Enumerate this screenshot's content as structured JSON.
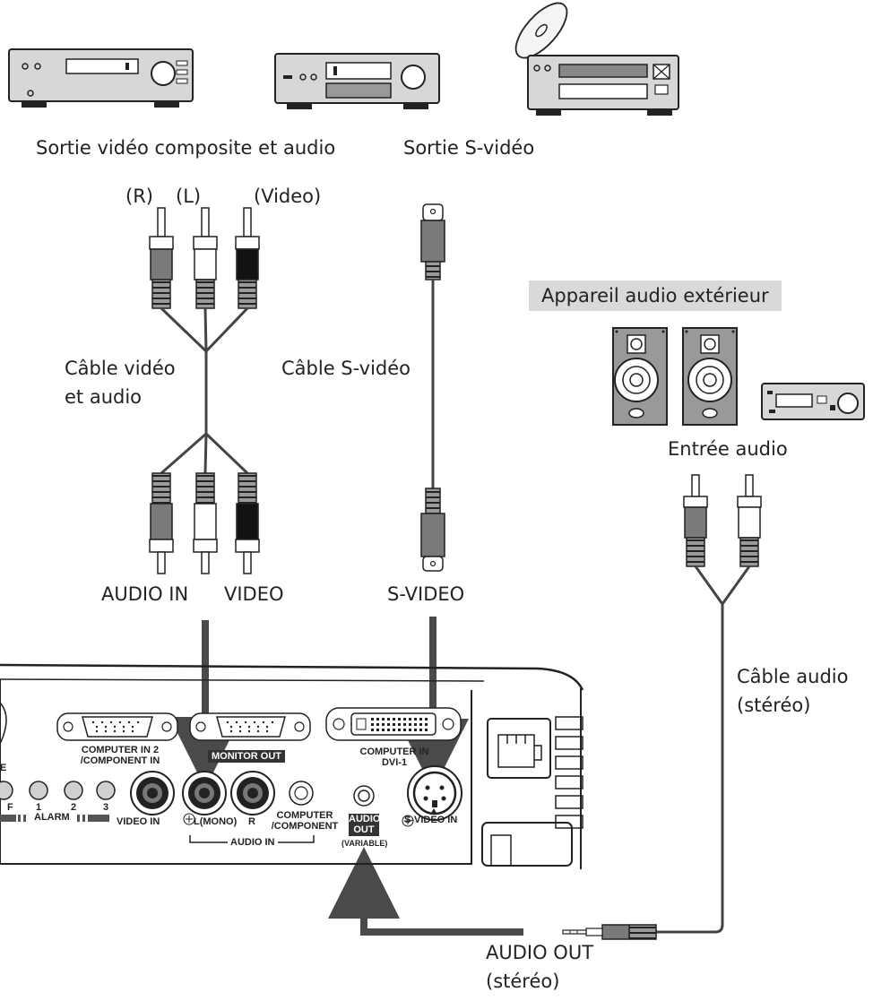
{
  "sources": {
    "composite_audio_label": "Sortie vidéo composite et audio",
    "svideo_label": "Sortie S-vidéo"
  },
  "plugs": {
    "r": "(R)",
    "l": "(L)",
    "video": "(Video)"
  },
  "cables": {
    "av_cable_line1": "Câble vidéo",
    "av_cable_line2": "et audio",
    "svideo_cable": "Câble S-vidéo",
    "audio_cable_line1": "Câble audio",
    "audio_cable_line2": "(stéréo)"
  },
  "external_audio": {
    "title": "Appareil audio extérieur",
    "input_label": "Entrée audio"
  },
  "terminals": {
    "audio_in": "AUDIO IN",
    "video": "VIDEO",
    "svideo": "S-VIDEO",
    "audio_out_line1": "AUDIO OUT",
    "audio_out_line2": "(stéréo)"
  },
  "panel": {
    "computer_in2_line1": "COMPUTER IN 2",
    "computer_in2_line2": "/COMPONENT IN",
    "monitor_out": "MONITOR OUT",
    "computer_in_dvi_line1": "COMPUTER IN",
    "computer_in_dvi_line2": "DVI-1",
    "e_label": "E",
    "f_label": "F",
    "n1": "1",
    "n2": "2",
    "n3": "3",
    "alarm": "ALARM",
    "video_in": "VIDEO IN",
    "l_mono": "L(MONO)",
    "r": "R",
    "audio_in": "AUDIO IN",
    "computer_component_line1": "COMPUTER",
    "computer_component_line2": "/COMPONENT",
    "audio_out_line1": "AUDIO",
    "audio_out_line2": "OUT",
    "variable": "(VARIABLE)",
    "svideo_in": "S-VIDEO IN"
  },
  "colors": {
    "device_gray": "#d7d7d7",
    "plug_dark_gray": "#7a7a7a",
    "plug_black": "#111111",
    "arrow_gray": "#4a4a4a",
    "label_box": "#d9d9d9"
  }
}
